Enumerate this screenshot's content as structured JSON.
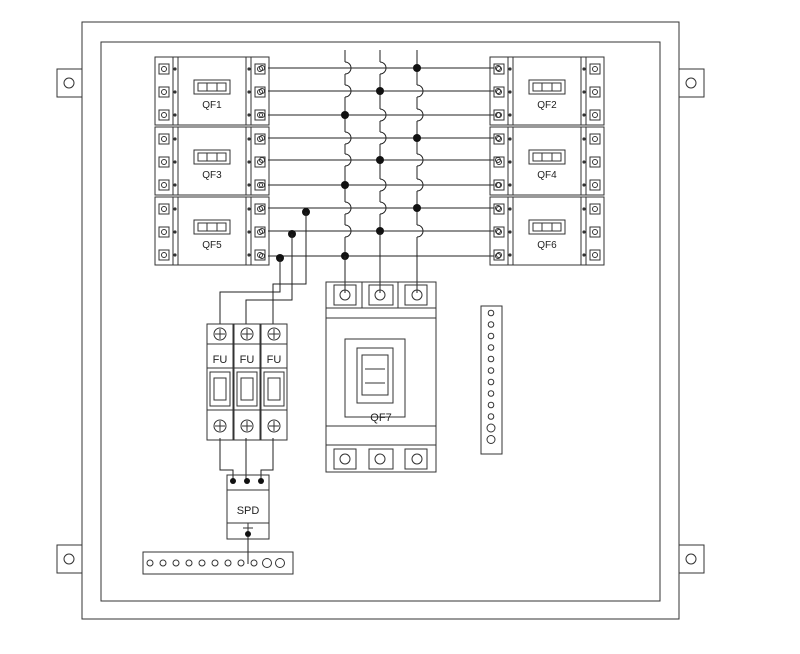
{
  "diagram": {
    "breakers_left": [
      {
        "id": "qf1",
        "label": "QF1"
      },
      {
        "id": "qf3",
        "label": "QF3"
      },
      {
        "id": "qf5",
        "label": "QF5"
      }
    ],
    "breakers_right": [
      {
        "id": "qf2",
        "label": "QF2"
      },
      {
        "id": "qf4",
        "label": "QF4"
      },
      {
        "id": "qf6",
        "label": "QF6"
      }
    ],
    "main_breaker": {
      "label": "QF7"
    },
    "fuses": [
      {
        "id": "fu1",
        "label": "FU"
      },
      {
        "id": "fu2",
        "label": "FU"
      },
      {
        "id": "fu3",
        "label": "FU"
      }
    ],
    "spd": {
      "label": "SPD"
    }
  }
}
